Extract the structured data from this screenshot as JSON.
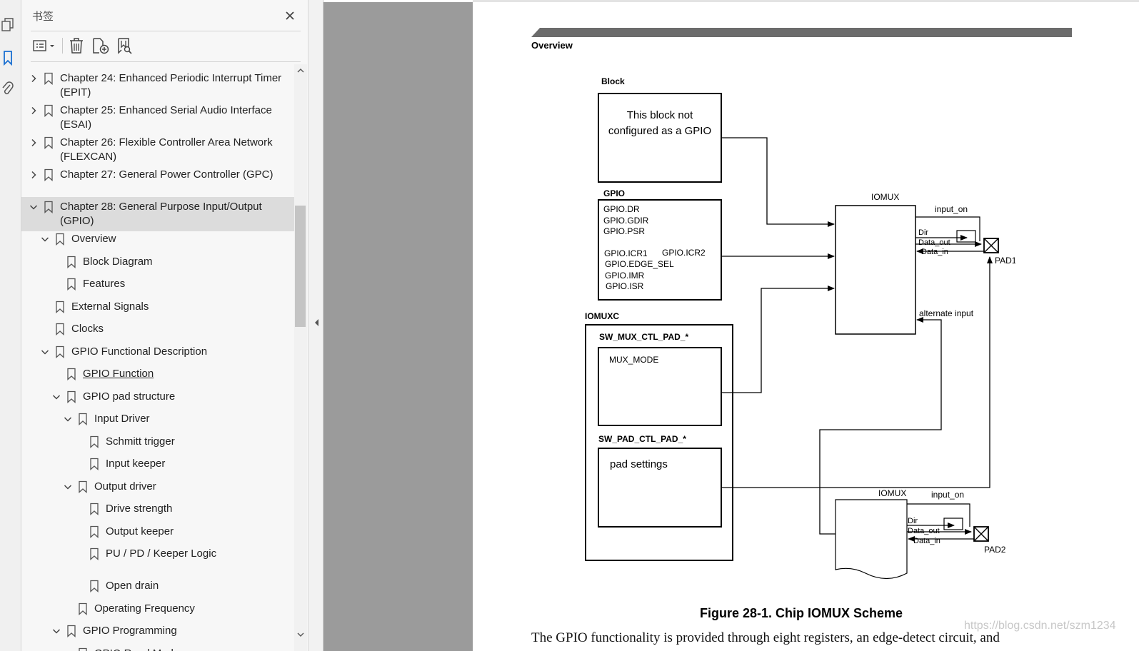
{
  "panel": {
    "title": "书签",
    "close_glyph": "✕",
    "toolbar": {
      "options_icon": "list-options-icon",
      "delete_icon": "trash-icon",
      "new_bookmark_icon": "add-bookmark-icon",
      "bookmark_search_icon": "bookmark-search-icon"
    }
  },
  "rail": {
    "icons": [
      "pages-icon",
      "bookmark-icon",
      "attachment-icon"
    ]
  },
  "bookmarks": [
    {
      "label": "Chapter 24: Enhanced Periodic Interrupt Timer (EPIT)",
      "level": 0,
      "chevron": "right"
    },
    {
      "label": "Chapter 25: Enhanced Serial Audio Interface (ESAI)",
      "level": 0,
      "chevron": "right"
    },
    {
      "label": "Chapter 26: Flexible Controller Area Network (FLEXCAN)",
      "level": 0,
      "chevron": "right"
    },
    {
      "label": "Chapter 27: General Power Controller (GPC)",
      "level": 0,
      "chevron": "right"
    },
    {
      "label": "Chapter 28: General Purpose Input/Output (GPIO)",
      "level": 0,
      "chevron": "down",
      "selected": true
    },
    {
      "label": "Overview",
      "level": 1,
      "chevron": "down"
    },
    {
      "label": "Block Diagram",
      "level": 2,
      "chevron": "none"
    },
    {
      "label": "Features",
      "level": 2,
      "chevron": "none"
    },
    {
      "label": "External Signals",
      "level": 1,
      "chevron": "none"
    },
    {
      "label": "Clocks",
      "level": 1,
      "chevron": "none"
    },
    {
      "label": "GPIO Functional Description",
      "level": 1,
      "chevron": "down"
    },
    {
      "label": "GPIO Function",
      "level": 2,
      "chevron": "none",
      "link": true
    },
    {
      "label": "GPIO pad structure",
      "level": 2,
      "chevron": "down"
    },
    {
      "label": "Input Driver",
      "level": 3,
      "chevron": "down"
    },
    {
      "label": "Schmitt trigger",
      "level": 4,
      "chevron": "none"
    },
    {
      "label": "Input keeper",
      "level": 4,
      "chevron": "none"
    },
    {
      "label": "Output driver",
      "level": 3,
      "chevron": "down"
    },
    {
      "label": "Drive strength",
      "level": 4,
      "chevron": "none"
    },
    {
      "label": "Output keeper",
      "level": 4,
      "chevron": "none"
    },
    {
      "label": "PU / PD / Keeper Logic",
      "level": 4,
      "chevron": "none"
    },
    {
      "label": "Open drain",
      "level": 4,
      "chevron": "none"
    },
    {
      "label": "Operating Frequency",
      "level": 3,
      "chevron": "none"
    },
    {
      "label": "GPIO Programming",
      "level": 2,
      "chevron": "down"
    },
    {
      "label": "GPIO Read Mode",
      "level": 3,
      "chevron": "none"
    }
  ],
  "document": {
    "section_title": "Overview",
    "diagram": {
      "block_heading": "Block",
      "block_text_1": "This block not",
      "block_text_2": "configured as a GPIO",
      "gpio_heading": "GPIO",
      "gpio_regs": [
        "GPIO.DR",
        "GPIO.GDIR",
        "GPIO.PSR",
        "GPIO.ICR1",
        "GPIO.ICR2",
        "GPIO.EDGE_SEL",
        "GPIO.IMR",
        "GPIO.ISR"
      ],
      "iomuxc_heading": "IOMUXC",
      "sw_mux_label": "SW_MUX_CTL_PAD_*",
      "mux_mode": "MUX_MODE",
      "sw_pad_label": "SW_PAD_CTL_PAD_*",
      "pad_settings": "pad settings",
      "iomux1_label": "IOMUX",
      "iomux2_label": "IOMUX",
      "input_on_1": "input_on",
      "input_on_2": "input_on",
      "dir_1": "Dir",
      "data_out_1": "Data_out",
      "data_in_1": "Data_in",
      "dir_2": "Dir",
      "data_out_2": "Data_out",
      "data_in_2": "Data_in",
      "alternate_input": "alternate input",
      "pad1": "PAD1",
      "pad2": "PAD2"
    },
    "figure_caption": "Figure 28-1. Chip IOMUX Scheme",
    "body_text": "The GPIO functionality is provided through eight registers, an edge-detect circuit, and",
    "watermark": "https://blog.csdn.net/szm1234"
  }
}
